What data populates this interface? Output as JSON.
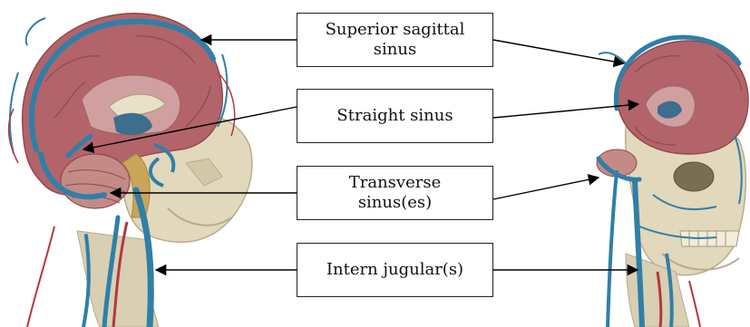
{
  "labels": {
    "superior_sagittal": [
      "Superior sagittal",
      "sinus"
    ],
    "straight": [
      "Straight sinus"
    ],
    "transverse": [
      "Transverse",
      "sinus(es)"
    ],
    "intern_jugular": [
      "Intern jugular(s)"
    ]
  },
  "colors": {
    "vein": "#2f7fa8",
    "vein_dark": "#1f5f82",
    "artery": "#b4383d",
    "brain": "#b2646a",
    "brain_light": "#d0a0a0",
    "skull": "#e2d8bc",
    "skull_shadow": "#b9ac8c",
    "cerebellum": "#c48a86",
    "ventricle": "#3d6e8e",
    "arrow": "#000000"
  },
  "icons": [
    "arrow-head"
  ]
}
